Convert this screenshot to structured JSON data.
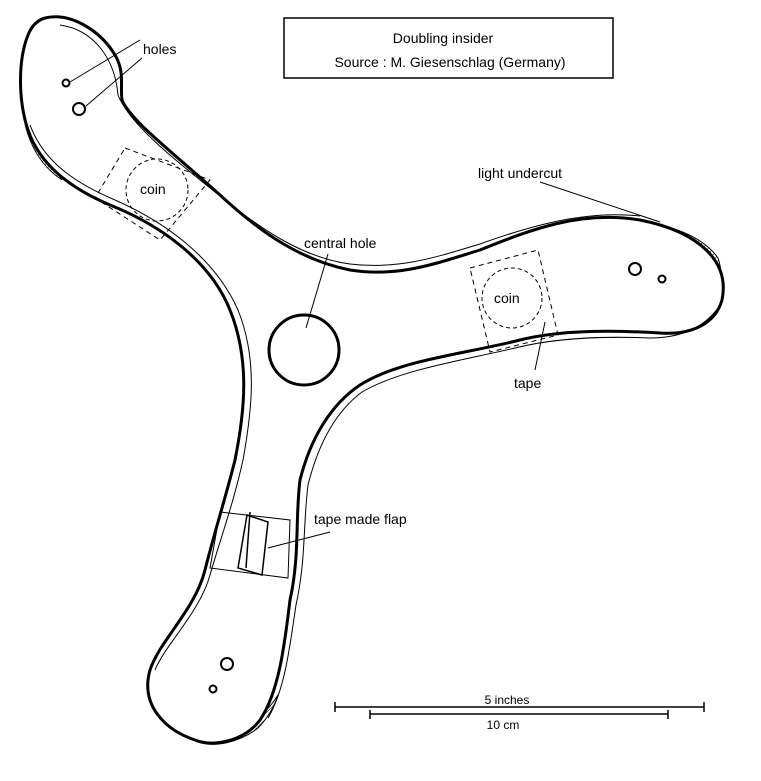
{
  "title": {
    "line1": "Doubling insider",
    "line2": "Source : M. Giesenschlag (Germany)"
  },
  "labels": {
    "holes": "holes",
    "coin_left": "coin",
    "coin_right": "coin",
    "central_hole": "central hole",
    "light_undercut": "light undercut",
    "tape": "tape",
    "tape_flap": "tape made flap"
  },
  "scale": {
    "inches": "5 inches",
    "cm": "10 cm"
  },
  "colors": {
    "ink": "#000000",
    "paper": "#ffffff"
  }
}
